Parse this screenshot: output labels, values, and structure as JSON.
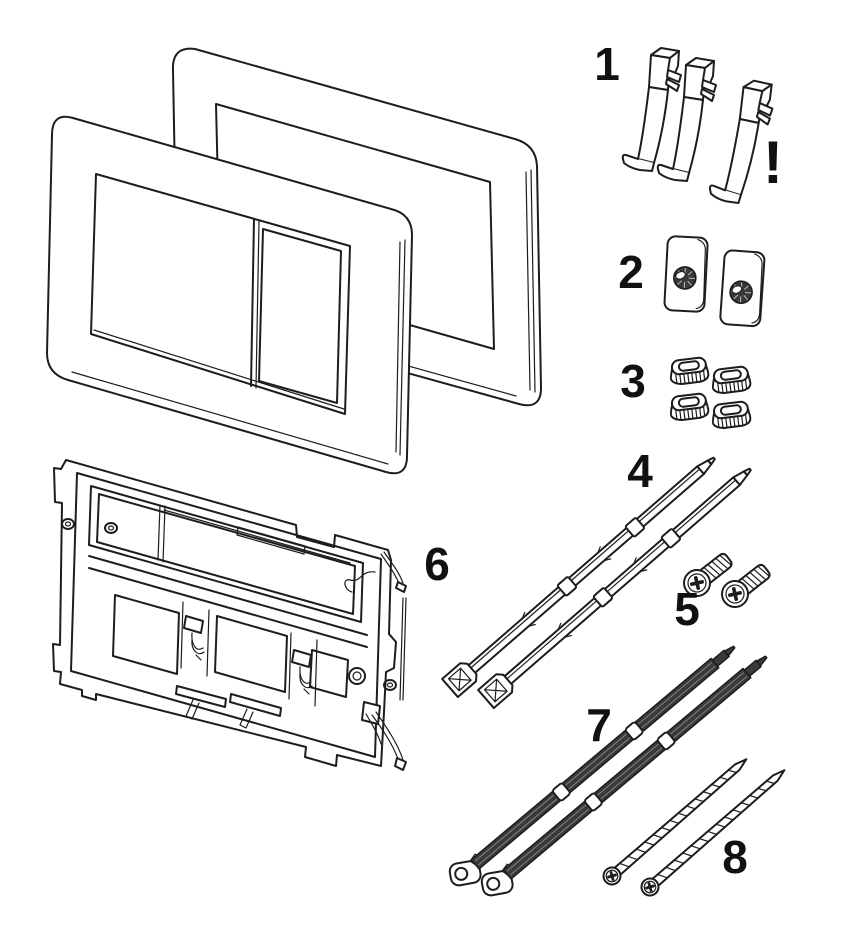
{
  "diagram": {
    "background_color": "#ffffff",
    "line_color": "#1d1d1b",
    "dark_fill_color": "#3a3a3a",
    "warning_marker": "!",
    "unnumbered_parts": [
      {
        "name": "flush-plate-front",
        "quantity": 1
      },
      {
        "name": "flush-plate-rear",
        "quantity": 1
      }
    ],
    "parts": [
      {
        "number": "1",
        "name": "retaining-clips",
        "quantity": 3,
        "warning": true
      },
      {
        "number": "2",
        "name": "fastening-plates-with-knurled-screw",
        "quantity": 2
      },
      {
        "number": "3",
        "name": "oval-spacer-sleeves",
        "quantity": 4
      },
      {
        "number": "4",
        "name": "actuating-spindles",
        "quantity": 2
      },
      {
        "number": "5",
        "name": "pan-head-screws",
        "quantity": 2
      },
      {
        "number": "6",
        "name": "mounting-frame",
        "quantity": 1
      },
      {
        "number": "7",
        "name": "threaded-push-rods",
        "quantity": 2
      },
      {
        "number": "8",
        "name": "long-fixing-screws",
        "quantity": 2
      }
    ]
  }
}
